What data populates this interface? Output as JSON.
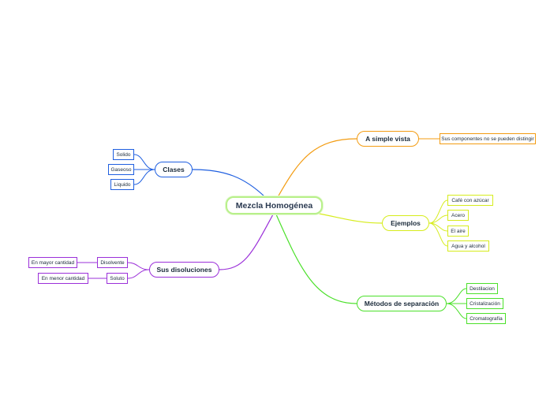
{
  "central": {
    "label": "Mezcla Homogénea"
  },
  "branches": {
    "a_simple_vista": {
      "label": "A simple vista",
      "color": "#f39c12",
      "children": [
        "Sus componentes no se pueden distingir"
      ]
    },
    "ejemplos": {
      "label": "Ejemplos",
      "color": "#d6ec1c",
      "children": [
        "Café con azúcar",
        "Acero",
        "El aire",
        "Agua y alcohol"
      ]
    },
    "metodos": {
      "label": "Métodos de separación",
      "color": "#4be02a",
      "children": [
        "Destilacion",
        "Cristalización",
        "Cromatografía"
      ]
    },
    "clases": {
      "label": "Clases",
      "color": "#1f5fe0",
      "children": [
        "Solido",
        "Gaseoso",
        "Liquido"
      ]
    },
    "disoluciones": {
      "label": "Sus disoluciones",
      "color": "#9b30d9",
      "children": [
        {
          "label": "Disolvente",
          "detail": "En mayor cantidad"
        },
        {
          "label": "Soluto",
          "detail": "En menor cantidad"
        }
      ]
    }
  }
}
